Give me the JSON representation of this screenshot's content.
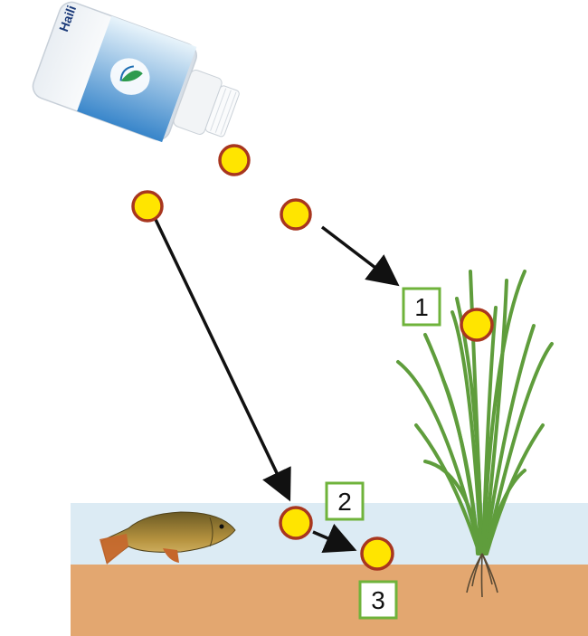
{
  "diagram": {
    "labels": [
      "1",
      "2",
      "3"
    ],
    "bottle": {
      "brand_text": "Haili",
      "badge_text": "",
      "icon": "pesticide-bottle-icon"
    },
    "colors": {
      "granule_fill": "#ffe500",
      "granule_stroke": "#a8361f",
      "label_border": "#6fb33b",
      "water": "#dcebf4",
      "soil": "#e3a770",
      "plant": "#5f9d3c",
      "arrow": "#111111"
    },
    "icons": {
      "fish": "carp-fish-icon",
      "plant": "rice-plant-icon",
      "granule": "granule-icon",
      "arrow": "arrow-icon"
    }
  }
}
